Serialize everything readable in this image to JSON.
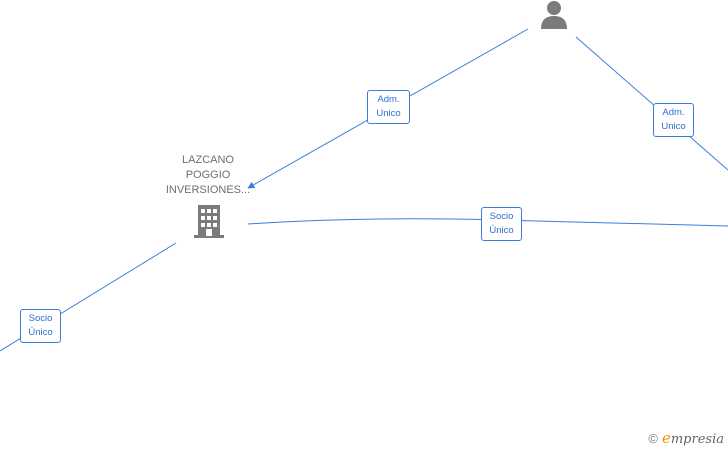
{
  "company": {
    "name_lines": [
      "LAZCANO",
      "POGGIO",
      "INVERSIONES..."
    ]
  },
  "edges": [
    {
      "id": "adm1",
      "lines": [
        "Adm.",
        "Unico"
      ]
    },
    {
      "id": "adm2",
      "lines": [
        "Adm.",
        "Unico"
      ]
    },
    {
      "id": "socio1",
      "lines": [
        "Socio",
        "Único"
      ]
    },
    {
      "id": "socio2",
      "lines": [
        "Socio",
        "Único"
      ]
    }
  ],
  "watermark": {
    "copyright": "©",
    "brand_initial": "e",
    "brand_rest": "mpresia"
  },
  "colors": {
    "edge": "#3b7dd8",
    "node_icon": "#7b7b7b",
    "brand": "#f29400"
  }
}
